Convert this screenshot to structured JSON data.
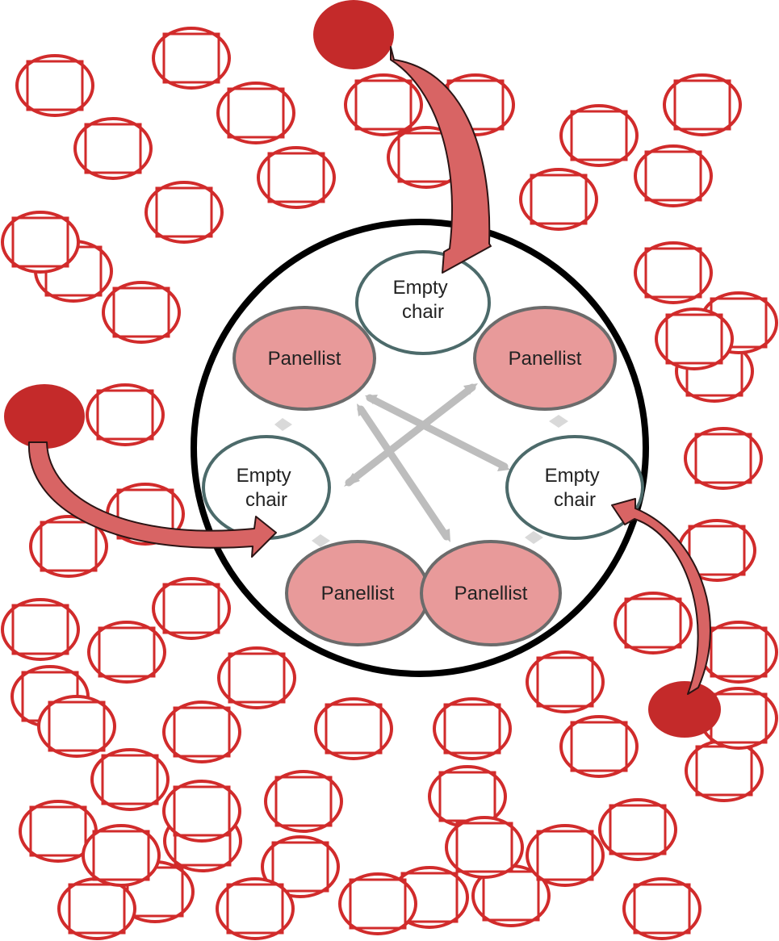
{
  "diagram": {
    "panel_circle": {
      "seats": [
        {
          "type": "empty",
          "lines": [
            "Empty",
            "chair"
          ]
        },
        {
          "type": "panellist",
          "lines": [
            "Panellist"
          ]
        },
        {
          "type": "panellist",
          "lines": [
            "Panellist"
          ]
        },
        {
          "type": "empty",
          "lines": [
            "Empty",
            "chair"
          ]
        },
        {
          "type": "empty",
          "lines": [
            "Empty",
            "chair"
          ]
        },
        {
          "type": "panellist",
          "lines": [
            "Panellist"
          ]
        },
        {
          "type": "panellist",
          "lines": [
            "Panellist"
          ]
        }
      ]
    },
    "audience_member_count": 58,
    "incoming_participant_count": 3
  },
  "colors": {
    "seat_outline": "#d12b2b",
    "panellist_fill": "#e89a9a",
    "panellist_stroke": "#6b6b6b",
    "empty_fill": "#ffffff",
    "empty_stroke": "#4c6a6a",
    "participant_fill": "#c42a2a",
    "move_arrow_fill": "#d86464",
    "cross_arrow": "#bdbdbd",
    "ring": "#000000"
  }
}
